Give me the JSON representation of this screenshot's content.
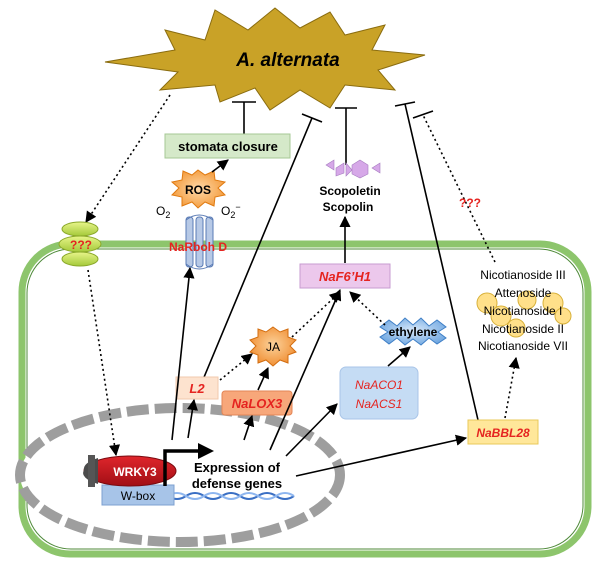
{
  "pathogen": "A. alternata",
  "stomata": "stomata closure",
  "ros": "ROS",
  "o2_left": "O",
  "o2_left_sub": "2",
  "o2_right": "O",
  "o2_right_sub": "2",
  "o2_right_sup": "−",
  "narboh": "NaRboh D",
  "receptor_q": "???",
  "pathway_q": "???",
  "scopoletin": "Scopoletin",
  "scopolin": "Scopolin",
  "naf6h1": "NaF6’H1",
  "ethylene": "ethylene",
  "ja": "JA",
  "l2": "L2",
  "nalox3": "NaLOX3",
  "naaco1": "NaACO1",
  "naacs1": "NaACS1",
  "nabbl28": "NaBBL28",
  "nicotianosides": [
    "Nicotianoside III",
    "Attenoside",
    "Nicotianoside I",
    "Nicotianoside II",
    "Nicotianoside VII"
  ],
  "wrky3": "WRKY3",
  "wbox": "W-box",
  "expression_line1": "Expression of",
  "expression_line2": "defense genes",
  "colors": {
    "cell_border": "#8dc56c",
    "pathogen_fill": "#c9a227",
    "gene_red": "#e52420",
    "wrky_red": "#c0121c",
    "stomata_fill": "#d5e9c9",
    "naf_fill": "#ecc8ec",
    "aco_fill": "#c5dcf4",
    "bbl_fill": "#ffe79a",
    "lox_fill": "#f7a77a",
    "ja_fill": "#f6a44a",
    "ethylene_fill": "#6ea6e0"
  }
}
